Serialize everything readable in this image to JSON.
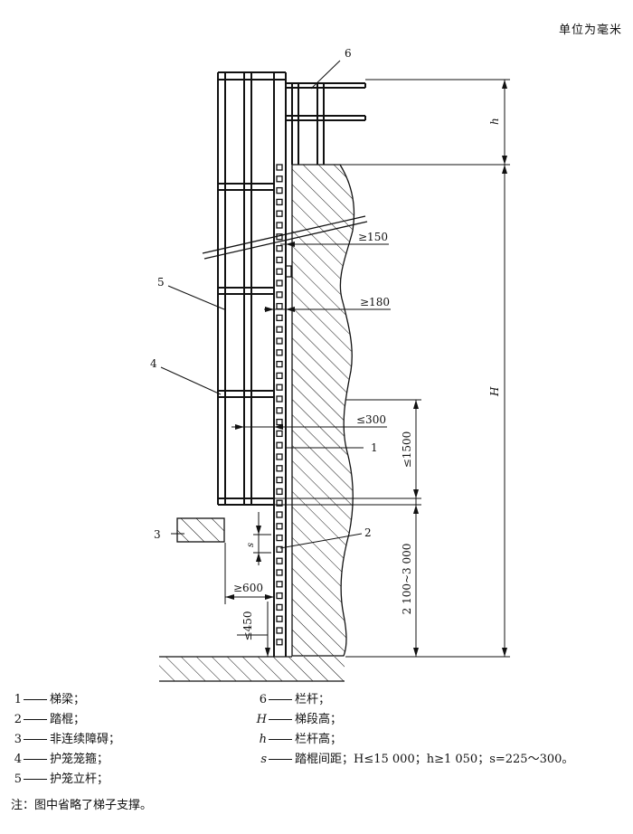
{
  "unit_note": "单位为毫米",
  "callouts": {
    "c1": "1",
    "c2": "2",
    "c3": "3",
    "c4": "4",
    "c5": "5",
    "c6": "6"
  },
  "dimensions": {
    "d150": "≥150",
    "d180": "≥180",
    "d300": "≤300",
    "d1500": "≤1500",
    "d2100": "2 100~3 000",
    "d600": "≥600",
    "d450": "≤450",
    "h": "h",
    "H": "H",
    "s": "s"
  },
  "legend_left": [
    {
      "key": "1",
      "text": "梯梁；"
    },
    {
      "key": "2",
      "text": "踏棍；"
    },
    {
      "key": "3",
      "text": "非连续障碍；"
    },
    {
      "key": "4",
      "text": "护笼笼箍；"
    },
    {
      "key": "5",
      "text": "护笼立杆；"
    }
  ],
  "legend_right": [
    {
      "key": "6",
      "text": "栏杆；"
    },
    {
      "key": "H",
      "text": "梯段高；"
    },
    {
      "key": "h",
      "text": "栏杆高；"
    },
    {
      "key": "s",
      "text": "踏棍间距；H≤15 000；h≥1 050；s=225～300。"
    }
  ],
  "note": "注：图中省略了梯子支撑。"
}
